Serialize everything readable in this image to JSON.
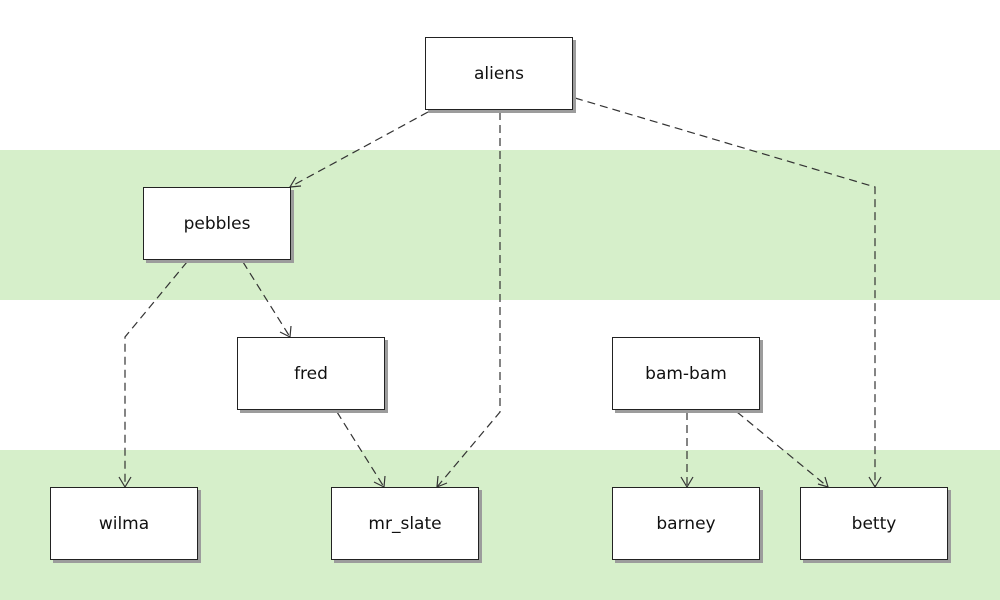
{
  "nodes": {
    "aliens": "aliens",
    "pebbles": "pebbles",
    "fred": "fred",
    "bam_bam": "bam-bam",
    "wilma": "wilma",
    "mr_slate": "mr_slate",
    "barney": "barney",
    "betty": "betty"
  },
  "edges": [
    {
      "from": "aliens",
      "to": "pebbles"
    },
    {
      "from": "aliens",
      "to": "mr_slate"
    },
    {
      "from": "aliens",
      "to": "betty"
    },
    {
      "from": "pebbles",
      "to": "wilma"
    },
    {
      "from": "pebbles",
      "to": "fred"
    },
    {
      "from": "fred",
      "to": "mr_slate"
    },
    {
      "from": "bam_bam",
      "to": "barney"
    },
    {
      "from": "bam_bam",
      "to": "betty"
    }
  ],
  "colors": {
    "band": "#d6efca",
    "edge": "#333333",
    "node_border": "#222222",
    "node_shadow": "#9c9c9c"
  }
}
